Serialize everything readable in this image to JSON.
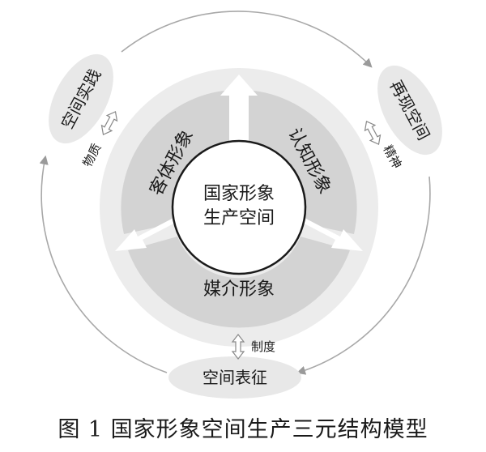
{
  "diagram": {
    "center": {
      "line1": "国家形象",
      "line2": "生产空间"
    },
    "sectors": {
      "left": "客体形象",
      "right": "认知形象",
      "bottom": "媒介形象"
    },
    "nodes": {
      "left": "空间实践",
      "right": "再现空间",
      "bottom": "空间表征"
    },
    "links": {
      "left": "物质",
      "right": "精神",
      "bottom": "制度"
    },
    "colors": {
      "sector": "#d4d4d4",
      "ring": "#ececec",
      "node": "#e8e8e8",
      "arrow": "#999999",
      "text": "#1a1a1a"
    }
  },
  "caption": "图 1 国家形象空间生产三元结构模型"
}
